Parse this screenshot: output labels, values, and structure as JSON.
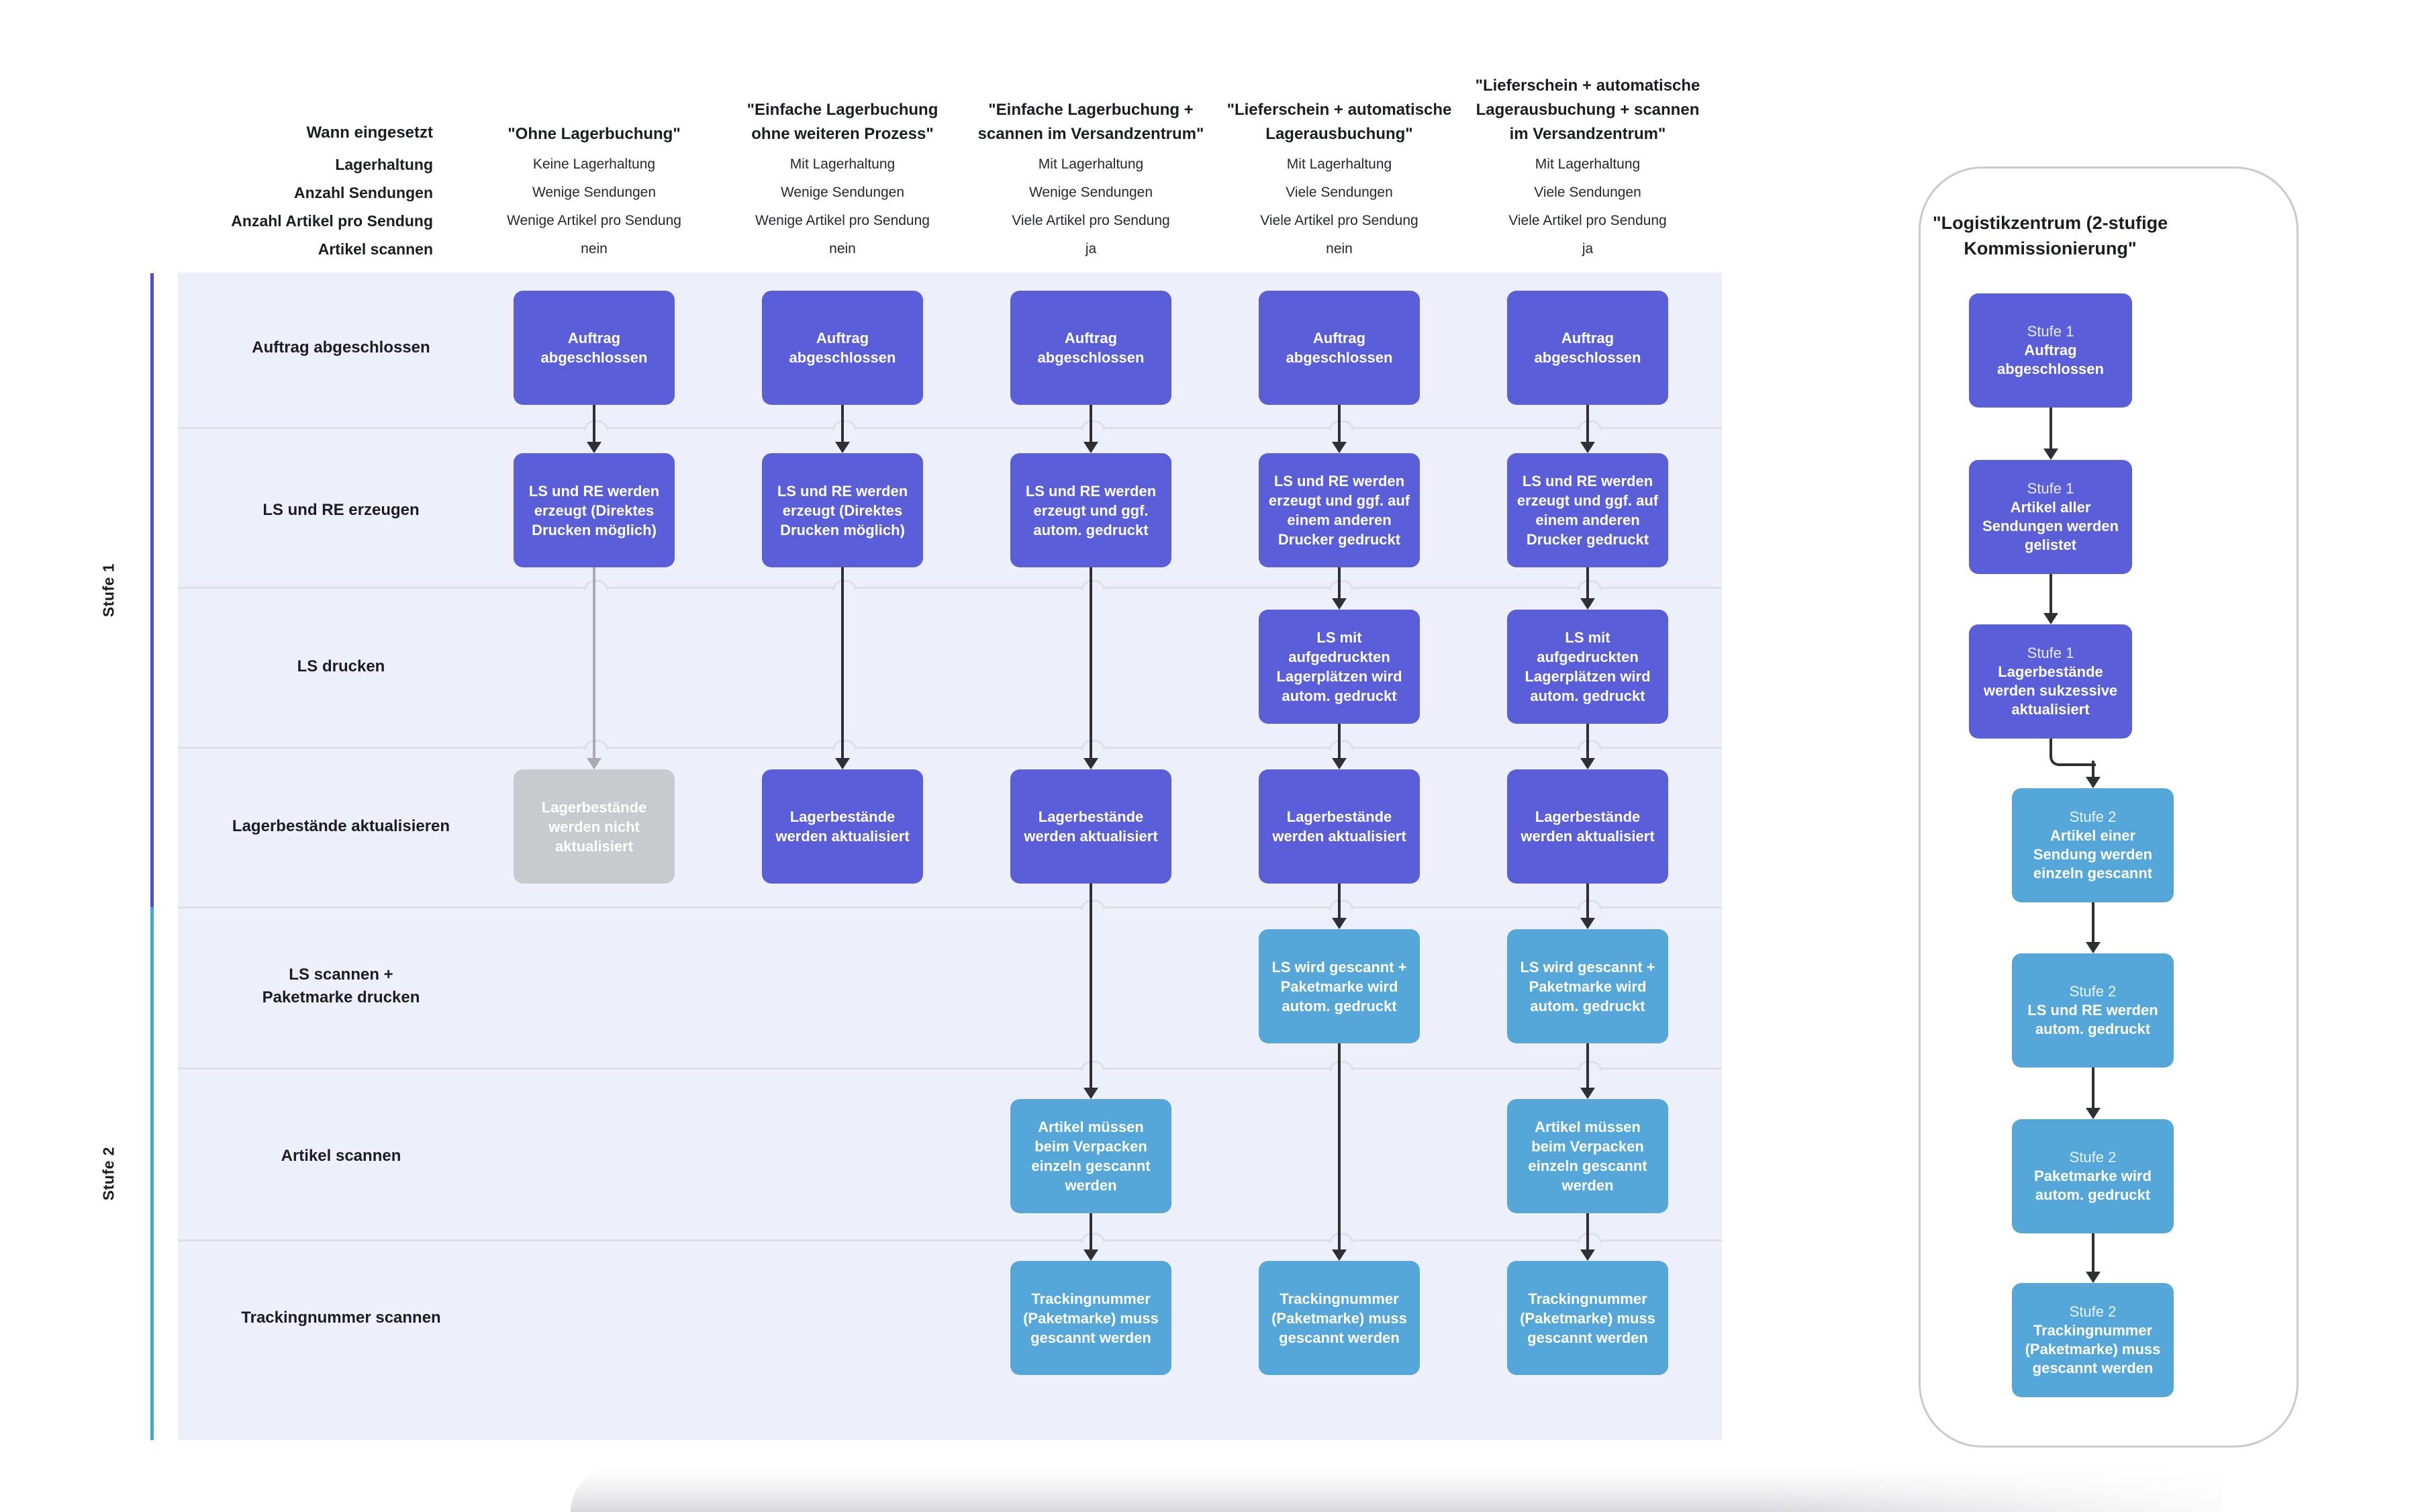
{
  "header": {
    "row_labels": [
      "Wann eingesetzt",
      "Lagerhaltung",
      "Anzahl Sendungen",
      "Anzahl Artikel pro Sendung",
      "Artikel scannen"
    ],
    "columns": [
      {
        "title": "\"Ohne Lagerbuchung\"",
        "values": [
          "Keine Lagerhaltung",
          "Wenige Sendungen",
          "Wenige Artikel pro Sendung",
          "nein"
        ]
      },
      {
        "title": "\"Einfache Lagerbuchung\nohne weiteren Prozess\"",
        "values": [
          "Mit Lagerhaltung",
          "Wenige Sendungen",
          "Wenige Artikel pro Sendung",
          "nein"
        ]
      },
      {
        "title": "\"Einfache Lagerbuchung +\nscannen im Versandzentrum\"",
        "values": [
          "Mit Lagerhaltung",
          "Wenige Sendungen",
          "Viele Artikel pro Sendung",
          "ja"
        ]
      },
      {
        "title": "\"Lieferschein + automatische\nLagerausbuchung\"",
        "values": [
          "Mit Lagerhaltung",
          "Viele Sendungen",
          "Viele Artikel pro Sendung",
          "nein"
        ]
      },
      {
        "title": "\"Lieferschein + automatische\nLagerausbuchung + scannen\nim Versandzentrum\"",
        "values": [
          "Mit Lagerhaltung",
          "Viele Sendungen",
          "Viele Artikel pro Sendung",
          "ja"
        ]
      }
    ]
  },
  "stages": [
    {
      "label": "Stufe 1"
    },
    {
      "label": "Stufe 2"
    }
  ],
  "process_rows": [
    "Auftrag abgeschlossen",
    "LS und RE erzeugen",
    "LS drucken",
    "Lagerbestände aktualisieren",
    "LS scannen +\nPaketmarke drucken",
    "Artikel scannen",
    "Trackingnummer scannen"
  ],
  "grid_boxes": [
    {
      "col": 0,
      "row": 0,
      "variant": "purple",
      "text": "Auftrag abgeschlossen"
    },
    {
      "col": 1,
      "row": 0,
      "variant": "purple",
      "text": "Auftrag abgeschlossen"
    },
    {
      "col": 2,
      "row": 0,
      "variant": "purple",
      "text": "Auftrag abgeschlossen"
    },
    {
      "col": 3,
      "row": 0,
      "variant": "purple",
      "text": "Auftrag abgeschlossen"
    },
    {
      "col": 4,
      "row": 0,
      "variant": "purple",
      "text": "Auftrag abgeschlossen"
    },
    {
      "col": 0,
      "row": 1,
      "variant": "purple",
      "text": "LS und RE werden erzeugt (Direktes Drucken möglich)"
    },
    {
      "col": 1,
      "row": 1,
      "variant": "purple",
      "text": "LS und RE werden erzeugt (Direktes Drucken möglich)"
    },
    {
      "col": 2,
      "row": 1,
      "variant": "purple",
      "text": "LS und RE werden erzeugt und ggf. autom. gedruckt"
    },
    {
      "col": 3,
      "row": 1,
      "variant": "purple",
      "text": "LS und RE werden erzeugt und ggf. auf einem anderen Drucker gedruckt"
    },
    {
      "col": 4,
      "row": 1,
      "variant": "purple",
      "text": "LS und RE werden erzeugt und ggf. auf einem anderen Drucker gedruckt"
    },
    {
      "col": 3,
      "row": 2,
      "variant": "purple",
      "text": "LS mit aufgedruckten Lagerplätzen wird autom. gedruckt"
    },
    {
      "col": 4,
      "row": 2,
      "variant": "purple",
      "text": "LS mit aufgedruckten Lagerplätzen wird autom. gedruckt"
    },
    {
      "col": 0,
      "row": 3,
      "variant": "gray",
      "text": "Lagerbestände werden nicht aktualisiert"
    },
    {
      "col": 1,
      "row": 3,
      "variant": "purple",
      "text": "Lagerbestände werden aktualisiert"
    },
    {
      "col": 2,
      "row": 3,
      "variant": "purple",
      "text": "Lagerbestände werden aktualisiert"
    },
    {
      "col": 3,
      "row": 3,
      "variant": "purple",
      "text": "Lagerbestände werden aktualisiert"
    },
    {
      "col": 4,
      "row": 3,
      "variant": "purple",
      "text": "Lagerbestände werden aktualisiert"
    },
    {
      "col": 3,
      "row": 4,
      "variant": "blue",
      "text": "LS wird gescannt + Paketmarke wird autom. gedruckt"
    },
    {
      "col": 4,
      "row": 4,
      "variant": "blue",
      "text": "LS wird gescannt + Paketmarke wird autom. gedruckt"
    },
    {
      "col": 2,
      "row": 5,
      "variant": "blue",
      "text": "Artikel müssen beim Verpacken einzeln gescannt werden"
    },
    {
      "col": 4,
      "row": 5,
      "variant": "blue",
      "text": "Artikel müssen beim Verpacken einzeln gescannt werden"
    },
    {
      "col": 2,
      "row": 6,
      "variant": "blue",
      "text": "Trackingnummer (Paketmarke) muss gescannt werden"
    },
    {
      "col": 3,
      "row": 6,
      "variant": "blue",
      "text": "Trackingnummer (Paketmarke) muss gescannt werden"
    },
    {
      "col": 4,
      "row": 6,
      "variant": "blue",
      "text": "Trackingnummer (Paketmarke) muss gescannt werden"
    }
  ],
  "connectors": [
    {
      "col": 0,
      "from": 0,
      "to": 1,
      "tone": "dark"
    },
    {
      "col": 0,
      "from": 1,
      "to": 3,
      "tone": "muted"
    },
    {
      "col": 1,
      "from": 0,
      "to": 1,
      "tone": "dark"
    },
    {
      "col": 1,
      "from": 1,
      "to": 3,
      "tone": "dark"
    },
    {
      "col": 2,
      "from": 0,
      "to": 1,
      "tone": "dark"
    },
    {
      "col": 2,
      "from": 1,
      "to": 3,
      "tone": "dark"
    },
    {
      "col": 2,
      "from": 3,
      "to": 5,
      "tone": "dark"
    },
    {
      "col": 2,
      "from": 5,
      "to": 6,
      "tone": "dark"
    },
    {
      "col": 3,
      "from": 0,
      "to": 1,
      "tone": "dark"
    },
    {
      "col": 3,
      "from": 1,
      "to": 2,
      "tone": "dark"
    },
    {
      "col": 3,
      "from": 2,
      "to": 3,
      "tone": "dark"
    },
    {
      "col": 3,
      "from": 3,
      "to": 4,
      "tone": "dark"
    },
    {
      "col": 3,
      "from": 4,
      "to": 6,
      "tone": "dark"
    },
    {
      "col": 4,
      "from": 0,
      "to": 1,
      "tone": "dark"
    },
    {
      "col": 4,
      "from": 1,
      "to": 2,
      "tone": "dark"
    },
    {
      "col": 4,
      "from": 2,
      "to": 3,
      "tone": "dark"
    },
    {
      "col": 4,
      "from": 3,
      "to": 4,
      "tone": "dark"
    },
    {
      "col": 4,
      "from": 4,
      "to": 5,
      "tone": "dark"
    },
    {
      "col": 4,
      "from": 5,
      "to": 6,
      "tone": "dark"
    }
  ],
  "panel": {
    "title": "\"Logistikzentrum (2-stufige\nKommissionierung\"",
    "boxes": [
      {
        "stage": "Stufe 1",
        "text": "Auftrag abgeschlossen",
        "variant": "purple"
      },
      {
        "stage": "Stufe 1",
        "text": "Artikel aller Sendungen werden gelistet",
        "variant": "purple"
      },
      {
        "stage": "Stufe 1",
        "text": "Lagerbestände werden sukzessive aktualisiert",
        "variant": "purple"
      },
      {
        "stage": "Stufe 2",
        "text": "Artikel einer Sendung werden einzeln gescannt",
        "variant": "blue"
      },
      {
        "stage": "Stufe 2",
        "text": "LS und RE werden autom. gedruckt",
        "variant": "blue"
      },
      {
        "stage": "Stufe 2",
        "text": "Paketmarke wird autom. gedruckt",
        "variant": "blue"
      },
      {
        "stage": "Stufe 2",
        "text": "Trackingnummer (Paketmarke) muss gescannt werden",
        "variant": "blue"
      }
    ]
  },
  "colors": {
    "purple": "#5a5ed8",
    "blue": "#54a7d8",
    "gray_box": "#c9cacd",
    "band": "#edf0fa",
    "divider": "#dfe0e6",
    "arrow": "#2e3036",
    "arrow_muted": "#a9abb0",
    "rail_stage1": "#4f4ae0",
    "rail_stage2": "#41a7d9",
    "panel_border": "#c9c9ce",
    "text": "#1c1d22"
  }
}
